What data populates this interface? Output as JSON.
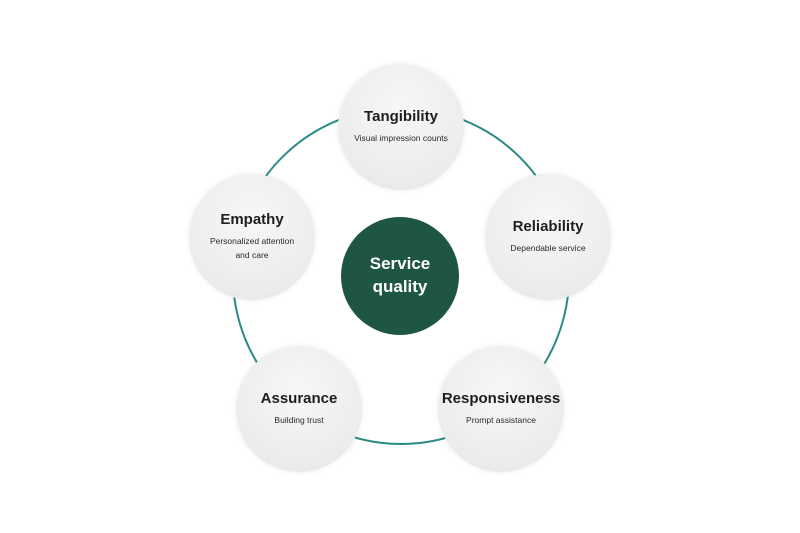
{
  "center": {
    "title": "Service quality",
    "color": "#1f5641"
  },
  "ring_color": "#2a8a85",
  "nodes": [
    {
      "title": "Tangibility",
      "subtitle": "Visual impression counts"
    },
    {
      "title": "Reliability",
      "subtitle": "Dependable service"
    },
    {
      "title": "Responsiveness",
      "subtitle": "Prompt assistance"
    },
    {
      "title": "Assurance",
      "subtitle": "Building trust"
    },
    {
      "title": "Empathy",
      "subtitle": "Personalized attention and care"
    }
  ]
}
